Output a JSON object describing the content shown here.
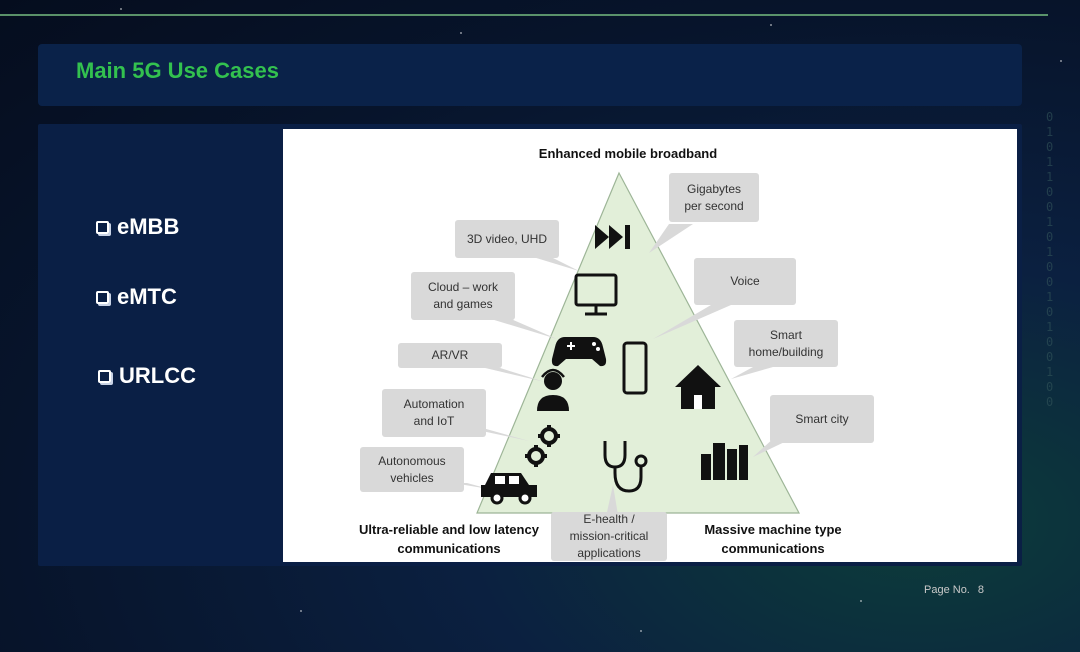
{
  "slide": {
    "title": "Main 5G Use Cases",
    "page_label": "Page No.",
    "page_number": "8"
  },
  "bullets": [
    "eMBB",
    "eMTC",
    "URLCC"
  ],
  "figure": {
    "top_label": "Enhanced mobile broadband",
    "bottom_left_label": "Ultra-reliable and low latency\ncommunications",
    "bottom_right_label": "Massive machine type\ncommunications",
    "callouts": {
      "gigabytes": "Gigabytes\nper second",
      "video": "3D video, UHD",
      "cloud": "Cloud – work\nand games",
      "arvr": "AR/VR",
      "automation": "Automation\nand IoT",
      "autonomous": "Autonomous\nvehicles",
      "voice": "Voice",
      "smart_home": "Smart\nhome/building",
      "smart_city": "Smart city",
      "ehealth": "E-health /\nmission-critical\napplications"
    },
    "triangle_color": "#e2efd9"
  },
  "decor": {
    "binary_column": "0\n1\n0\n1\n1\n0\n0\n1\n0\n1\n0\n0\n1\n0\n1\n0\n0\n1\n0\n0"
  }
}
